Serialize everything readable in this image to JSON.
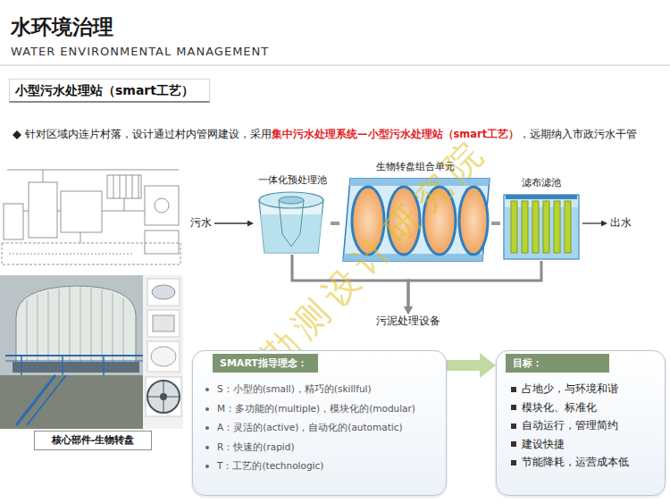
{
  "diagram": {
    "title": "水环境治理",
    "nodes": [
      {
        "text": [
          "小型污水处理站（smart工艺）"
        ]
      },
      {
        "text": [
          "污水"
        ]
      },
      {
        "text": [
          "一体化预处理池"
        ]
      },
      {
        "text": [
          "生物转盘组合单元"
        ]
      },
      {
        "text": [
          "滤布滤池"
        ]
      },
      {
        "text": [
          "出水"
        ]
      },
      {
        "text": [
          "污泥处理设备"
        ]
      },
      {
        "text": [
          "核心部件-生物转盘"
        ]
      },
      {
        "text": [
          "SMART指导理念：",
          "S：小型的(small)，精巧的(skillful)",
          "M：多功能的(multiple)，模块化的(modular)",
          "A：灵活的(active)，自动化的(automatic)",
          "R：快速的(rapid)",
          "T：工艺的(technologic)"
        ]
      },
      {
        "text": [
          "目标：",
          "占地少，与环境和谐",
          "模块化、标准化",
          "自动运行，管理简约",
          "建设快捷",
          "节能降耗，运营成本低"
        ]
      }
    ],
    "edges": [
      {
        "from": 1,
        "to": 2,
        "arrow": "to"
      },
      {
        "from": 2,
        "to": 3,
        "arrow": "none"
      },
      {
        "from": 3,
        "to": 4,
        "arrow": "none"
      },
      {
        "from": 4,
        "to": 5,
        "arrow": "to"
      },
      {
        "from": 2,
        "to": 6,
        "arrow": "to"
      },
      {
        "from": 4,
        "to": 6,
        "arrow": "to"
      },
      {
        "from": 8,
        "to": 9,
        "arrow": "to"
      }
    ],
    "labels": [
      "WATER ENVIRONMENTAL MANAGEMENT",
      "针对区域内连片村落，设计通过村内管网建设，采用",
      "集中污水处理系统—小型污水处理站（smart工艺）",
      "，远期纳入市政污水干管",
      "华东勘测设计研究院"
    ]
  }
}
